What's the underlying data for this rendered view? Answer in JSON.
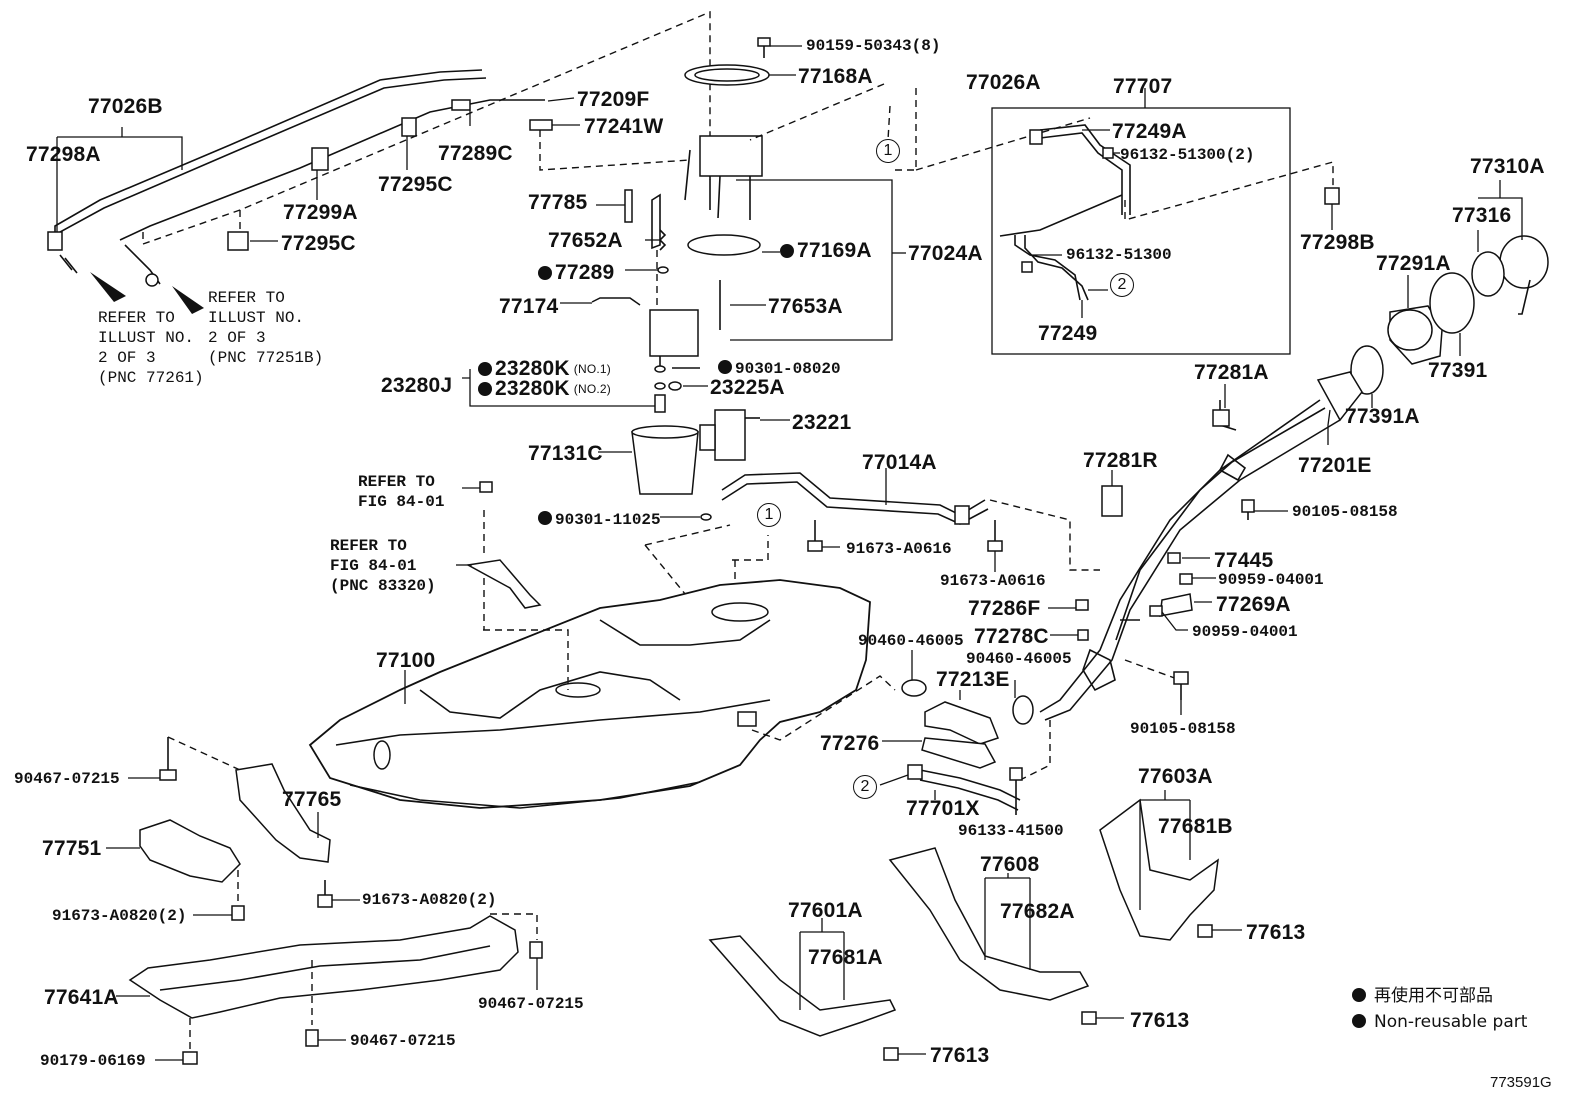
{
  "parts": [
    {
      "id": "77026B",
      "text": "77026B",
      "non_reusable": false
    },
    {
      "id": "77298A",
      "text": "77298A",
      "non_reusable": false
    },
    {
      "id": "77209F",
      "text": "77209F",
      "non_reusable": false
    },
    {
      "id": "77241W",
      "text": "77241W",
      "non_reusable": false
    },
    {
      "id": "77289C",
      "text": "77289C",
      "non_reusable": false
    },
    {
      "id": "77295C_top",
      "text": "77295C",
      "non_reusable": false
    },
    {
      "id": "77299A",
      "text": "77299A",
      "non_reusable": false
    },
    {
      "id": "77295C_bot",
      "text": "77295C",
      "non_reusable": false
    },
    {
      "id": "90159-50343",
      "text": "90159-50343(8)",
      "non_reusable": false
    },
    {
      "id": "77168A",
      "text": "77168A",
      "non_reusable": false
    },
    {
      "id": "77026A",
      "text": "77026A",
      "non_reusable": false
    },
    {
      "id": "77785",
      "text": "77785",
      "non_reusable": false
    },
    {
      "id": "77652A",
      "text": "77652A",
      "non_reusable": false
    },
    {
      "id": "77289",
      "text": "77289",
      "non_reusable": true
    },
    {
      "id": "77169A",
      "text": "77169A",
      "non_reusable": true
    },
    {
      "id": "77024A",
      "text": "77024A",
      "non_reusable": false
    },
    {
      "id": "77174",
      "text": "77174",
      "non_reusable": false
    },
    {
      "id": "77653A",
      "text": "77653A",
      "non_reusable": false
    },
    {
      "id": "23280K_1",
      "text": "23280K",
      "non_reusable": true
    },
    {
      "id": "23280K_2",
      "text": "23280K",
      "non_reusable": true
    },
    {
      "id": "23280J",
      "text": "23280J",
      "non_reusable": false
    },
    {
      "id": "90301-08020",
      "text": "90301-08020",
      "non_reusable": true
    },
    {
      "id": "23225A",
      "text": "23225A",
      "non_reusable": false
    },
    {
      "id": "23221",
      "text": "23221",
      "non_reusable": false
    },
    {
      "id": "77131C",
      "text": "77131C",
      "non_reusable": false
    },
    {
      "id": "90301-11025",
      "text": "90301-11025",
      "non_reusable": true
    },
    {
      "id": "77014A",
      "text": "77014A",
      "non_reusable": false
    },
    {
      "id": "91673-A0616_a",
      "text": "91673-A0616",
      "non_reusable": false
    },
    {
      "id": "91673-A0616_b",
      "text": "91673-A0616",
      "non_reusable": false
    },
    {
      "id": "77707",
      "text": "77707",
      "non_reusable": false
    },
    {
      "id": "77249A",
      "text": "77249A",
      "non_reusable": false
    },
    {
      "id": "96132-51300_2",
      "text": "96132-51300(2)",
      "non_reusable": false
    },
    {
      "id": "96132-51300",
      "text": "96132-51300",
      "non_reusable": false
    },
    {
      "id": "77249",
      "text": "77249",
      "non_reusable": false
    },
    {
      "id": "77298B",
      "text": "77298B",
      "non_reusable": false
    },
    {
      "id": "77310A",
      "text": "77310A",
      "non_reusable": false
    },
    {
      "id": "77316",
      "text": "77316",
      "non_reusable": false
    },
    {
      "id": "77291A",
      "text": "77291A",
      "non_reusable": false
    },
    {
      "id": "77391",
      "text": "77391",
      "non_reusable": false
    },
    {
      "id": "77391A",
      "text": "77391A",
      "non_reusable": false
    },
    {
      "id": "77281A",
      "text": "77281A",
      "non_reusable": false
    },
    {
      "id": "77201E",
      "text": "77201E",
      "non_reusable": false
    },
    {
      "id": "90105-08158_a",
      "text": "90105-08158",
      "non_reusable": false
    },
    {
      "id": "77281R",
      "text": "77281R",
      "non_reusable": false
    },
    {
      "id": "77445",
      "text": "77445",
      "non_reusable": false
    },
    {
      "id": "90959-04001_a",
      "text": "90959-04001",
      "non_reusable": false
    },
    {
      "id": "77286F",
      "text": "77286F",
      "non_reusable": false
    },
    {
      "id": "77269A",
      "text": "77269A",
      "non_reusable": false
    },
    {
      "id": "77278C",
      "text": "77278C",
      "non_reusable": false
    },
    {
      "id": "90959-04001_b",
      "text": "90959-04001",
      "non_reusable": false
    },
    {
      "id": "90460-46005_a",
      "text": "90460-46005",
      "non_reusable": false
    },
    {
      "id": "90460-46005_b",
      "text": "90460-46005",
      "non_reusable": false
    },
    {
      "id": "77213E",
      "text": "77213E",
      "non_reusable": false
    },
    {
      "id": "90105-08158_b",
      "text": "90105-08158",
      "non_reusable": false
    },
    {
      "id": "77100",
      "text": "77100",
      "non_reusable": false
    },
    {
      "id": "77276",
      "text": "77276",
      "non_reusable": false
    },
    {
      "id": "77701X",
      "text": "77701X",
      "non_reusable": false
    },
    {
      "id": "96133-41500",
      "text": "96133-41500",
      "non_reusable": false
    },
    {
      "id": "90467-07215_a",
      "text": "90467-07215",
      "non_reusable": false
    },
    {
      "id": "77765",
      "text": "77765",
      "non_reusable": false
    },
    {
      "id": "77751",
      "text": "77751",
      "non_reusable": false
    },
    {
      "id": "91673-A0820_a",
      "text": "91673-A0820(2)",
      "non_reusable": false
    },
    {
      "id": "91673-A0820_b",
      "text": "91673-A0820(2)",
      "non_reusable": false
    },
    {
      "id": "77641A",
      "text": "77641A",
      "non_reusable": false
    },
    {
      "id": "90467-07215_b",
      "text": "90467-07215",
      "non_reusable": false
    },
    {
      "id": "90467-07215_c",
      "text": "90467-07215",
      "non_reusable": false
    },
    {
      "id": "90179-06169",
      "text": "90179-06169",
      "non_reusable": false
    },
    {
      "id": "77603A",
      "text": "77603A",
      "non_reusable": false
    },
    {
      "id": "77681B",
      "text": "77681B",
      "non_reusable": false
    },
    {
      "id": "77608",
      "text": "77608",
      "non_reusable": false
    },
    {
      "id": "77682A",
      "text": "77682A",
      "non_reusable": false
    },
    {
      "id": "77601A",
      "text": "77601A",
      "non_reusable": false
    },
    {
      "id": "77681A",
      "text": "77681A",
      "non_reusable": false
    },
    {
      "id": "77613_a",
      "text": "77613",
      "non_reusable": false
    },
    {
      "id": "77613_b",
      "text": "77613",
      "non_reusable": false
    },
    {
      "id": "77613_c",
      "text": "77613",
      "non_reusable": false
    }
  ],
  "variants": {
    "no1": "(NO.1)",
    "no2": "(NO.2)"
  },
  "references": {
    "illust_77261": [
      "REFER TO",
      "ILLUST NO.",
      "2 OF 3",
      "(PNC 77261)"
    ],
    "illust_77251B": [
      "REFER TO",
      "ILLUST NO.",
      "2 OF 3",
      "(PNC 77251B)"
    ],
    "fig_84_01_a": [
      "REFER TO",
      "FIG 84-01"
    ],
    "fig_84_01_b": [
      "REFER TO",
      "FIG 84-01",
      "(PNC 83320)"
    ]
  },
  "connectors": {
    "c1": "1",
    "c2": "2"
  },
  "legend": {
    "jp": "再使用不可部品",
    "en": "Non-reusable part"
  },
  "figure_number": "773591G"
}
